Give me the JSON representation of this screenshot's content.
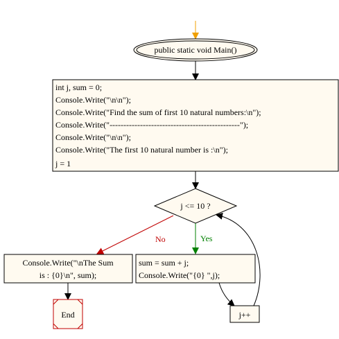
{
  "colors": {
    "fill": "#fffaf0",
    "stroke": "#000000",
    "start_arrow": "#f0a000",
    "end_node": "#c00000",
    "edge_no": "#c00000",
    "edge_yes": "#008000"
  },
  "nodes": {
    "main": {
      "label": "public static void Main()"
    },
    "init": {
      "lines": [
        "int j, sum = 0;",
        "Console.Write(\"\\n\\n\");",
        "Console.Write(\"Find the sum of first 10 natural numbers:\\n\");",
        "Console.Write(\"-----------------------------------------------\");",
        "Console.Write(\"\\n\\n\");",
        "Console.Write(\"The first 10 natural number is :\\n\");",
        "j = 1"
      ]
    },
    "decision": {
      "label": "j <= 10 ?"
    },
    "print_sum": {
      "lines": [
        "Console.Write(\"\\nThe Sum",
        "is : {0}\\n\", sum);"
      ]
    },
    "loop_body": {
      "lines": [
        "sum = sum + j;",
        "Console.Write(\"{0} \",j);"
      ]
    },
    "increment": {
      "label": "j++"
    },
    "end": {
      "label": "End"
    }
  },
  "edges": {
    "no_label": "No",
    "yes_label": "Yes"
  }
}
